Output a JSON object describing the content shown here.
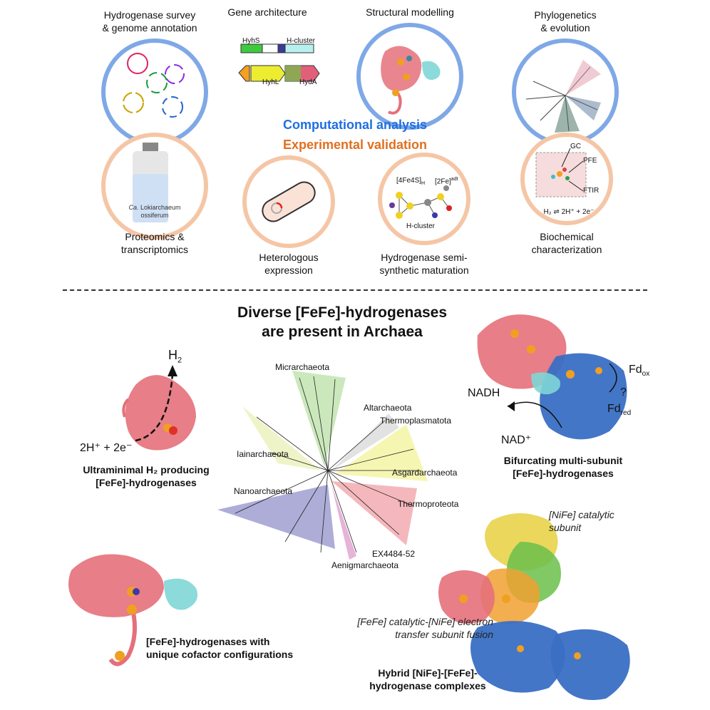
{
  "top_panels": {
    "p1": {
      "title_line1": "Hydrogenase survey",
      "title_line2": "& genome annotation"
    },
    "p2": {
      "title": "Gene architecture",
      "gene_hyhs": "HyhS",
      "gene_hcluster": "H-cluster",
      "gene_hyhl": "HyhL",
      "gene_hyda": "HydA"
    },
    "p3": {
      "title": "Structural modelling"
    },
    "p4": {
      "title_line1": "Phylogenetics",
      "title_line2": "& evolution"
    },
    "computational": "Computational analysis",
    "experimental": "Experimental validation",
    "p5": {
      "bottle_line1_it": "Ca.",
      "bottle_line1": " Lokiarchaeum",
      "bottle_line2": "ossiferum",
      "title_line1": "Proteomics &",
      "title_line2": "transcriptomics"
    },
    "p6": {
      "title_line1": "Heterologous",
      "title_line2": "expression"
    },
    "p7": {
      "label_4fe4s": "[4Fe4S]",
      "label_4fe4s_sub": "H",
      "label_2fe": "[2Fe]",
      "label_2fe_sup": "adt",
      "label_hcluster": "H-cluster",
      "title_line1": "Hydrogenase semi-",
      "title_line2": "synthetic maturation"
    },
    "p8": {
      "gc": "GC",
      "pfe": "PFE",
      "ftir": "FTIR",
      "equation": "H₂ ⇌ 2H⁺ + 2e⁻",
      "title_line1": "Biochemical",
      "title_line2": "characterization"
    }
  },
  "bottom": {
    "headline_line1": "Diverse [FeFe]-hydrogenases",
    "headline_line2": "are present in Archaea",
    "ultraminimal": {
      "h2": "H",
      "h2_sub": "2",
      "reaction": "2H⁺ + 2e⁻",
      "caption_line1": "Ultraminimal H₂ producing",
      "caption_line2": "[FeFe]-hydrogenases"
    },
    "bifurcating": {
      "fd_ox": "Fd",
      "fd_ox_sub": "ox",
      "fd_red": "Fd",
      "fd_red_sub": "red",
      "question": "?",
      "nadh": "NADH",
      "nad": "NAD⁺",
      "caption_line1": "Bifurcating multi-subunit",
      "caption_line2": "[FeFe]-hydrogenases"
    },
    "unique": {
      "caption_line1": "[FeFe]-hydrogenases with",
      "caption_line2": "unique cofactor configurations"
    },
    "hybrid": {
      "nife_label_line1": "[NiFe] catalytic",
      "nife_label_line2": "subunit",
      "fusion_line1": "[FeFe] catalytic-[NiFe] electron",
      "fusion_line2": "transfer subunit fusion",
      "caption_line1": "Hybrid [NiFe]-[FeFe]-",
      "caption_line2": "hydrogenase complexes"
    },
    "tree_clades": [
      "Micrarchaeota",
      "Altarchaeota",
      "Thermoplasmatota",
      "Iainarchaeota",
      "Asgardarchaeota",
      "Nanoarchaeota",
      "Thermoproteota",
      "EX4484-52",
      "Aenigmarchaeota"
    ]
  },
  "colors": {
    "comp_blue": "#1f6fe0",
    "exp_orange": "#e07020",
    "protein_pink": "#e5707a",
    "protein_blue": "#3a6fc4",
    "protein_cyan": "#7fd6d6"
  }
}
